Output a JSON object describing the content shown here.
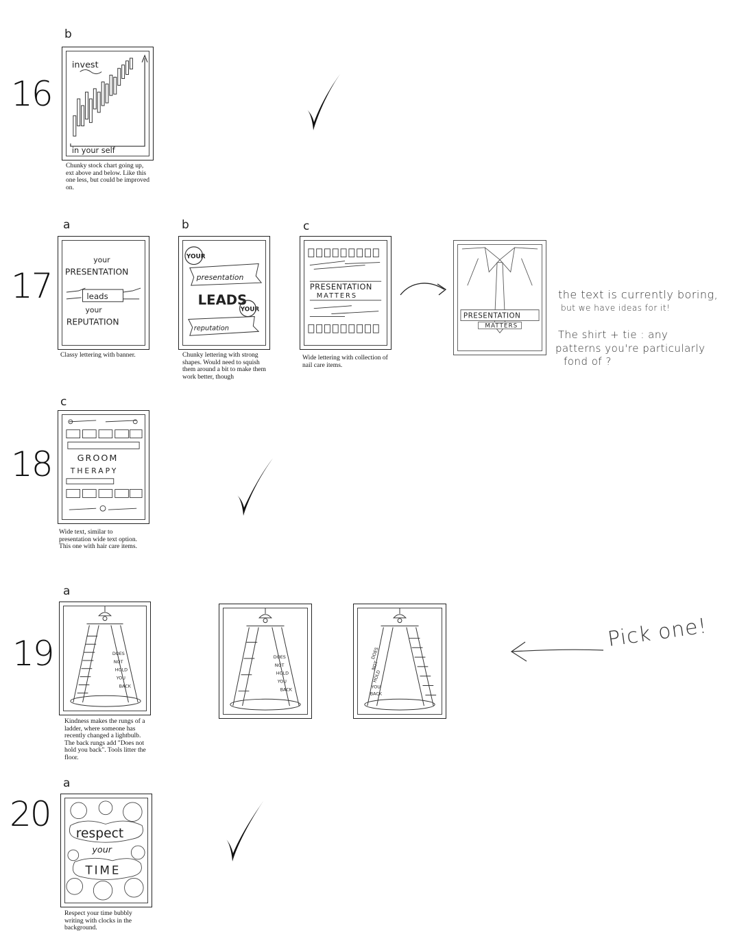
{
  "rows": [
    {
      "number": "16",
      "thumbs": [
        {
          "letter": "b",
          "texts": [
            "invest",
            "in your self"
          ],
          "caption": "Chunky stock chart going up, ext above and below. Like this one less, but could be improved on."
        }
      ]
    },
    {
      "number": "17",
      "thumbs": [
        {
          "letter": "a",
          "texts": [
            "your",
            "PRESENTATION",
            "leads",
            "your",
            "REPUTATION"
          ],
          "caption": "Classy lettering with banner."
        },
        {
          "letter": "b",
          "texts": [
            "YOUR",
            "presentation",
            "LEADS",
            "YOUR",
            "reputation"
          ],
          "caption": "Chunky lettering with strong shapes. Would need to squish them around a bit to make them work better, though"
        },
        {
          "letter": "c",
          "texts": [
            "PRESENTATION",
            "MATTERS"
          ],
          "caption": "Wide lettering with collection of nail care items."
        },
        {
          "letter": "",
          "texts": [
            "PRESENTATION",
            "MATTERS"
          ],
          "caption": ""
        }
      ]
    },
    {
      "number": "18",
      "thumbs": [
        {
          "letter": "c",
          "texts": [
            "GROOM",
            "THERAPY"
          ],
          "caption": "Wide text, similar to presentation wide text option. This one with hair care items."
        }
      ]
    },
    {
      "number": "19",
      "thumbs": [
        {
          "letter": "a",
          "texts": [
            "DOES",
            "NOT",
            "HOLD",
            "YOU",
            "BACK"
          ],
          "caption": "Kindness makes the rungs of a ladder, where someone has recently changed a lightbulb. The back rungs add \"Does not hold you back\". Tools litter the floor."
        },
        {
          "letter": "",
          "texts": [
            "DOES",
            "NOT",
            "HOLD",
            "YOU",
            "BACK"
          ],
          "caption": ""
        },
        {
          "letter": "",
          "texts": [
            "DOES",
            "NOT",
            "HOLD",
            "YOU",
            "BACK"
          ],
          "caption": ""
        }
      ]
    },
    {
      "number": "20",
      "thumbs": [
        {
          "letter": "a",
          "texts": [
            "respect",
            "your",
            "TIME"
          ],
          "caption": "Respect your time bubbly writing with clocks in the background."
        }
      ]
    }
  ],
  "notes": {
    "row17_text_line1": "the text is currently boring,",
    "row17_text_line2": "but we have ideas for it!",
    "row17_shirt_line1": "The shirt + tie : any",
    "row17_shirt_line2": "patterns you're particularly",
    "row17_shirt_line3": "fond of ?",
    "row19_pick": "Pick one!"
  },
  "icons": [
    "checkmark-icon",
    "arrow-right-icon",
    "arrow-left-icon"
  ]
}
